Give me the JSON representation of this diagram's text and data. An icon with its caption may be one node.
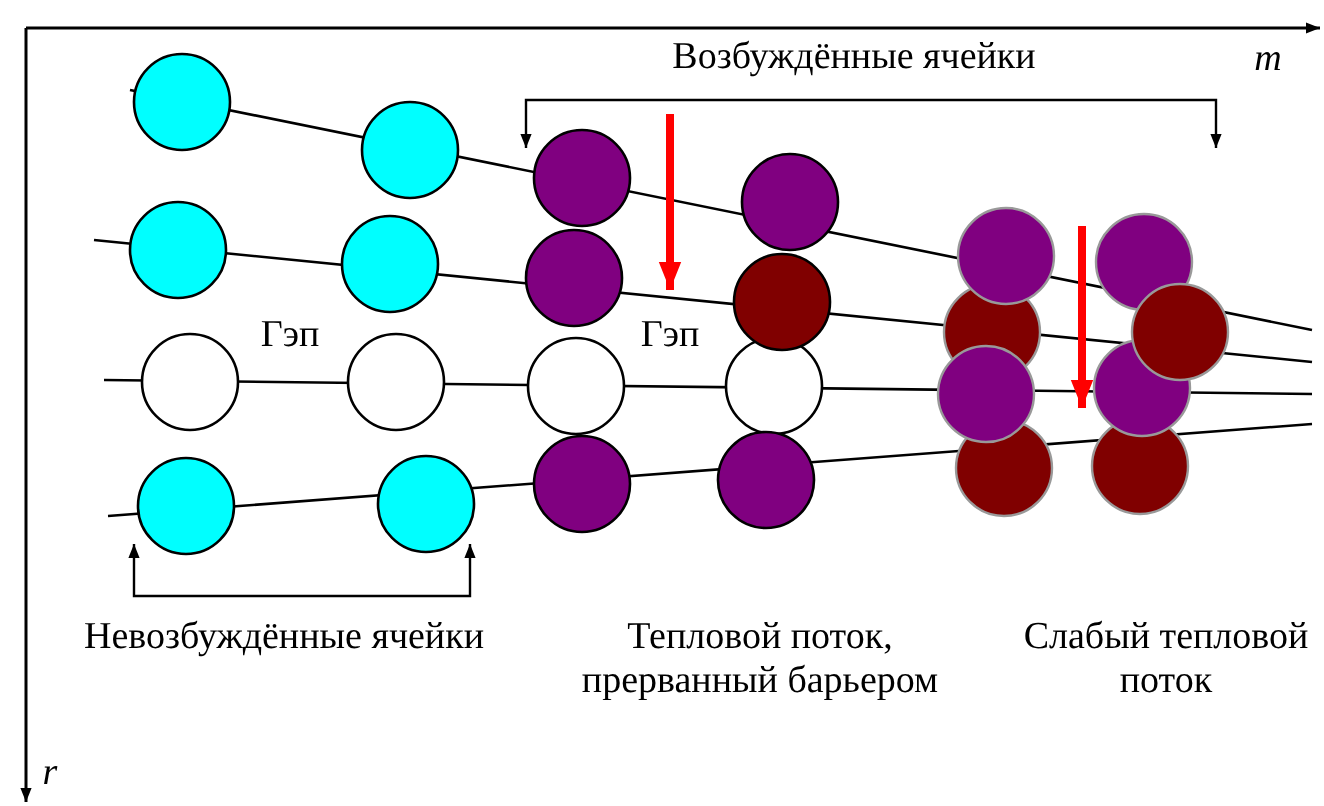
{
  "diagram": {
    "labels": [
      "Возбуждённые ячейки",
      "m",
      "Гэп",
      "Гэп",
      "Невозбуждённые ячейки",
      "Тепловой поток, прерванный барьером",
      "Слабый тепловой поток",
      "r"
    ]
  }
}
